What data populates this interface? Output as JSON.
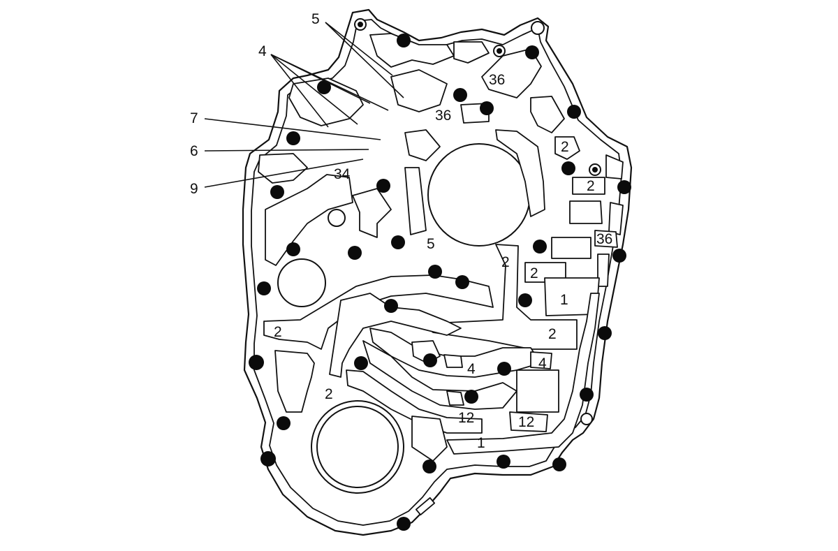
{
  "callouts": [
    {
      "id": "c5",
      "text": "5"
    },
    {
      "id": "c4",
      "text": "4"
    },
    {
      "id": "c7",
      "text": "7"
    },
    {
      "id": "c6",
      "text": "6"
    },
    {
      "id": "c9",
      "text": "9"
    }
  ],
  "passage_labels": [
    {
      "id": "p36a",
      "text": "36"
    },
    {
      "id": "p36b",
      "text": "36"
    },
    {
      "id": "p2a",
      "text": "2"
    },
    {
      "id": "p2b",
      "text": "2"
    },
    {
      "id": "p34",
      "text": "34"
    },
    {
      "id": "p36c",
      "text": "36"
    },
    {
      "id": "p5",
      "text": "5"
    },
    {
      "id": "p2c",
      "text": "2"
    },
    {
      "id": "p2d",
      "text": "2"
    },
    {
      "id": "p1a",
      "text": "1"
    },
    {
      "id": "p2e",
      "text": "2"
    },
    {
      "id": "p2f",
      "text": "2"
    },
    {
      "id": "p4a",
      "text": "4"
    },
    {
      "id": "p4b",
      "text": "4"
    },
    {
      "id": "p2g",
      "text": "2"
    },
    {
      "id": "p12a",
      "text": "12"
    },
    {
      "id": "p12b",
      "text": "12"
    },
    {
      "id": "p1b",
      "text": "1"
    }
  ]
}
